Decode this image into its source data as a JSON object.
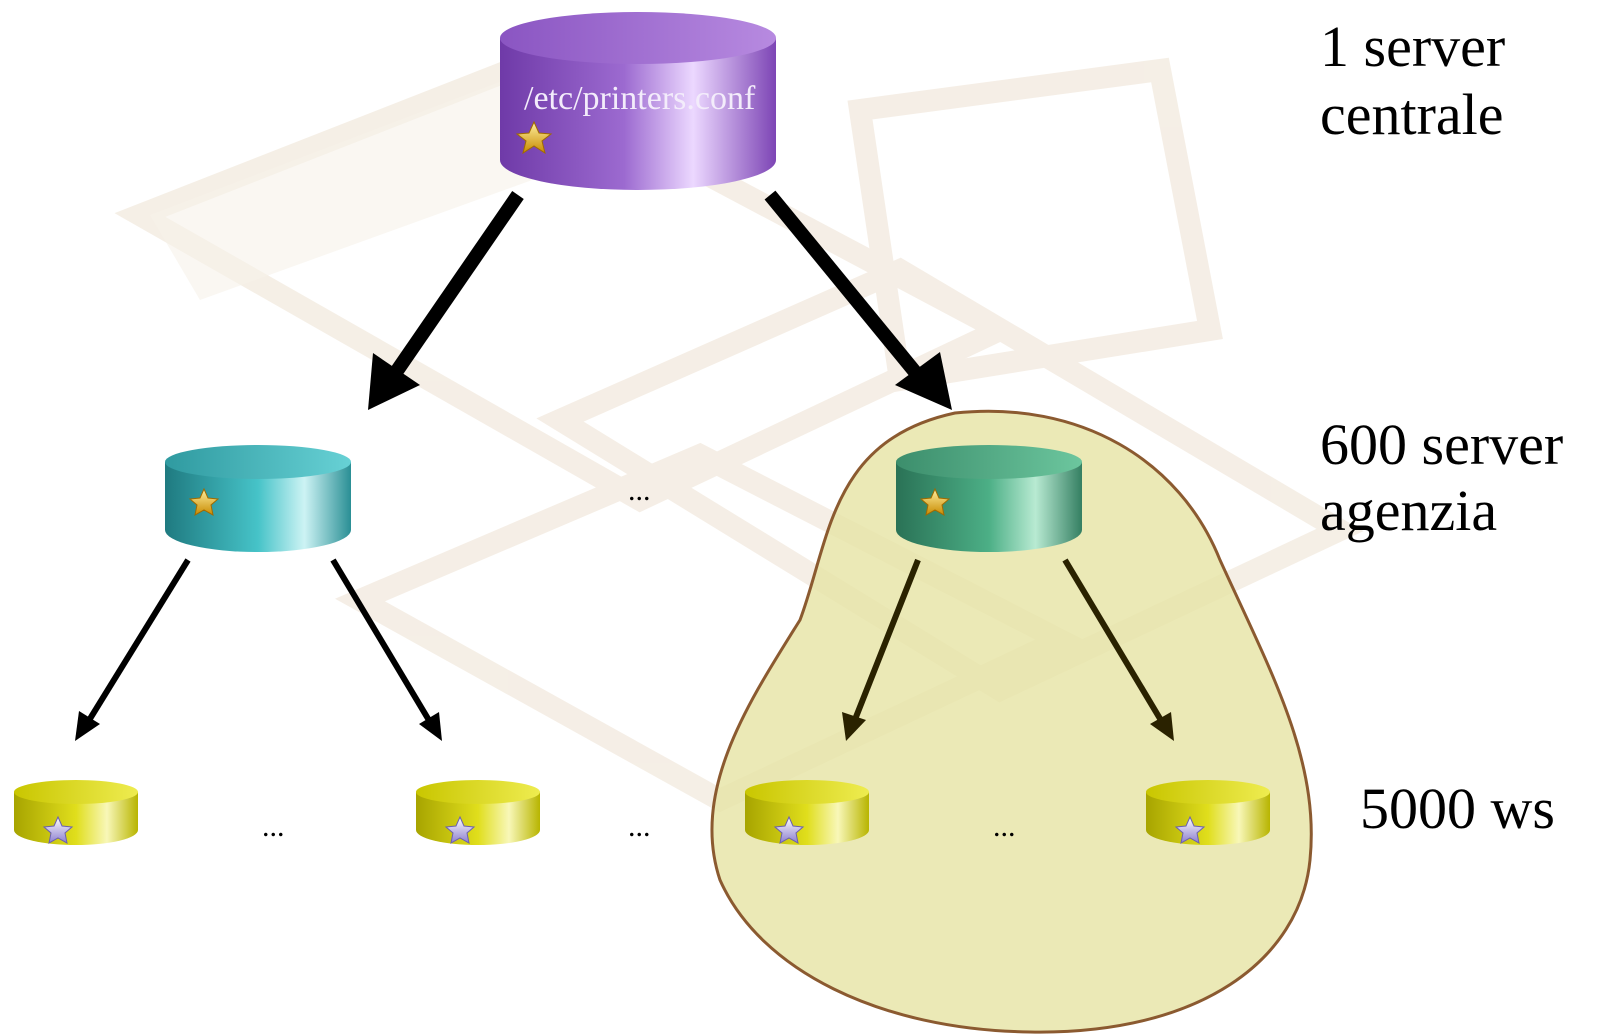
{
  "tiers": {
    "central": {
      "count_label": "1 server",
      "role_label": "centrale",
      "config_file": "/etc/printers.conf"
    },
    "agency": {
      "count_label": "600 server",
      "role_label": "agenzia"
    },
    "workstations": {
      "label": "5000 ws"
    }
  },
  "ellipsis": "..."
}
